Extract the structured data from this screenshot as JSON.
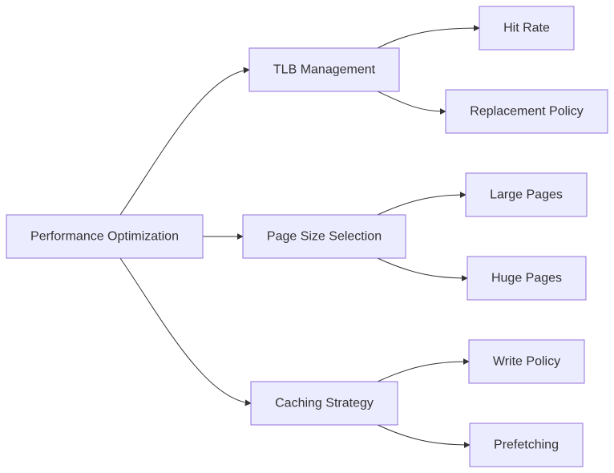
{
  "nodes": {
    "root": "Performance Optimization",
    "tlb": "TLB Management",
    "page_size": "Page Size Selection",
    "caching": "Caching Strategy",
    "hit_rate": "Hit Rate",
    "replacement": "Replacement Policy",
    "large_pages": "Large Pages",
    "huge_pages": "Huge Pages",
    "write_policy": "Write Policy",
    "prefetching": "Prefetching"
  },
  "edges": [
    {
      "from": "root",
      "to": "tlb"
    },
    {
      "from": "root",
      "to": "page_size"
    },
    {
      "from": "root",
      "to": "caching"
    },
    {
      "from": "tlb",
      "to": "hit_rate"
    },
    {
      "from": "tlb",
      "to": "replacement"
    },
    {
      "from": "page_size",
      "to": "large_pages"
    },
    {
      "from": "page_size",
      "to": "huge_pages"
    },
    {
      "from": "caching",
      "to": "write_policy"
    },
    {
      "from": "caching",
      "to": "prefetching"
    }
  ],
  "colors": {
    "node_fill": "#ECECFF",
    "node_border": "#9370DB",
    "edge": "#333333",
    "text": "#333333"
  }
}
